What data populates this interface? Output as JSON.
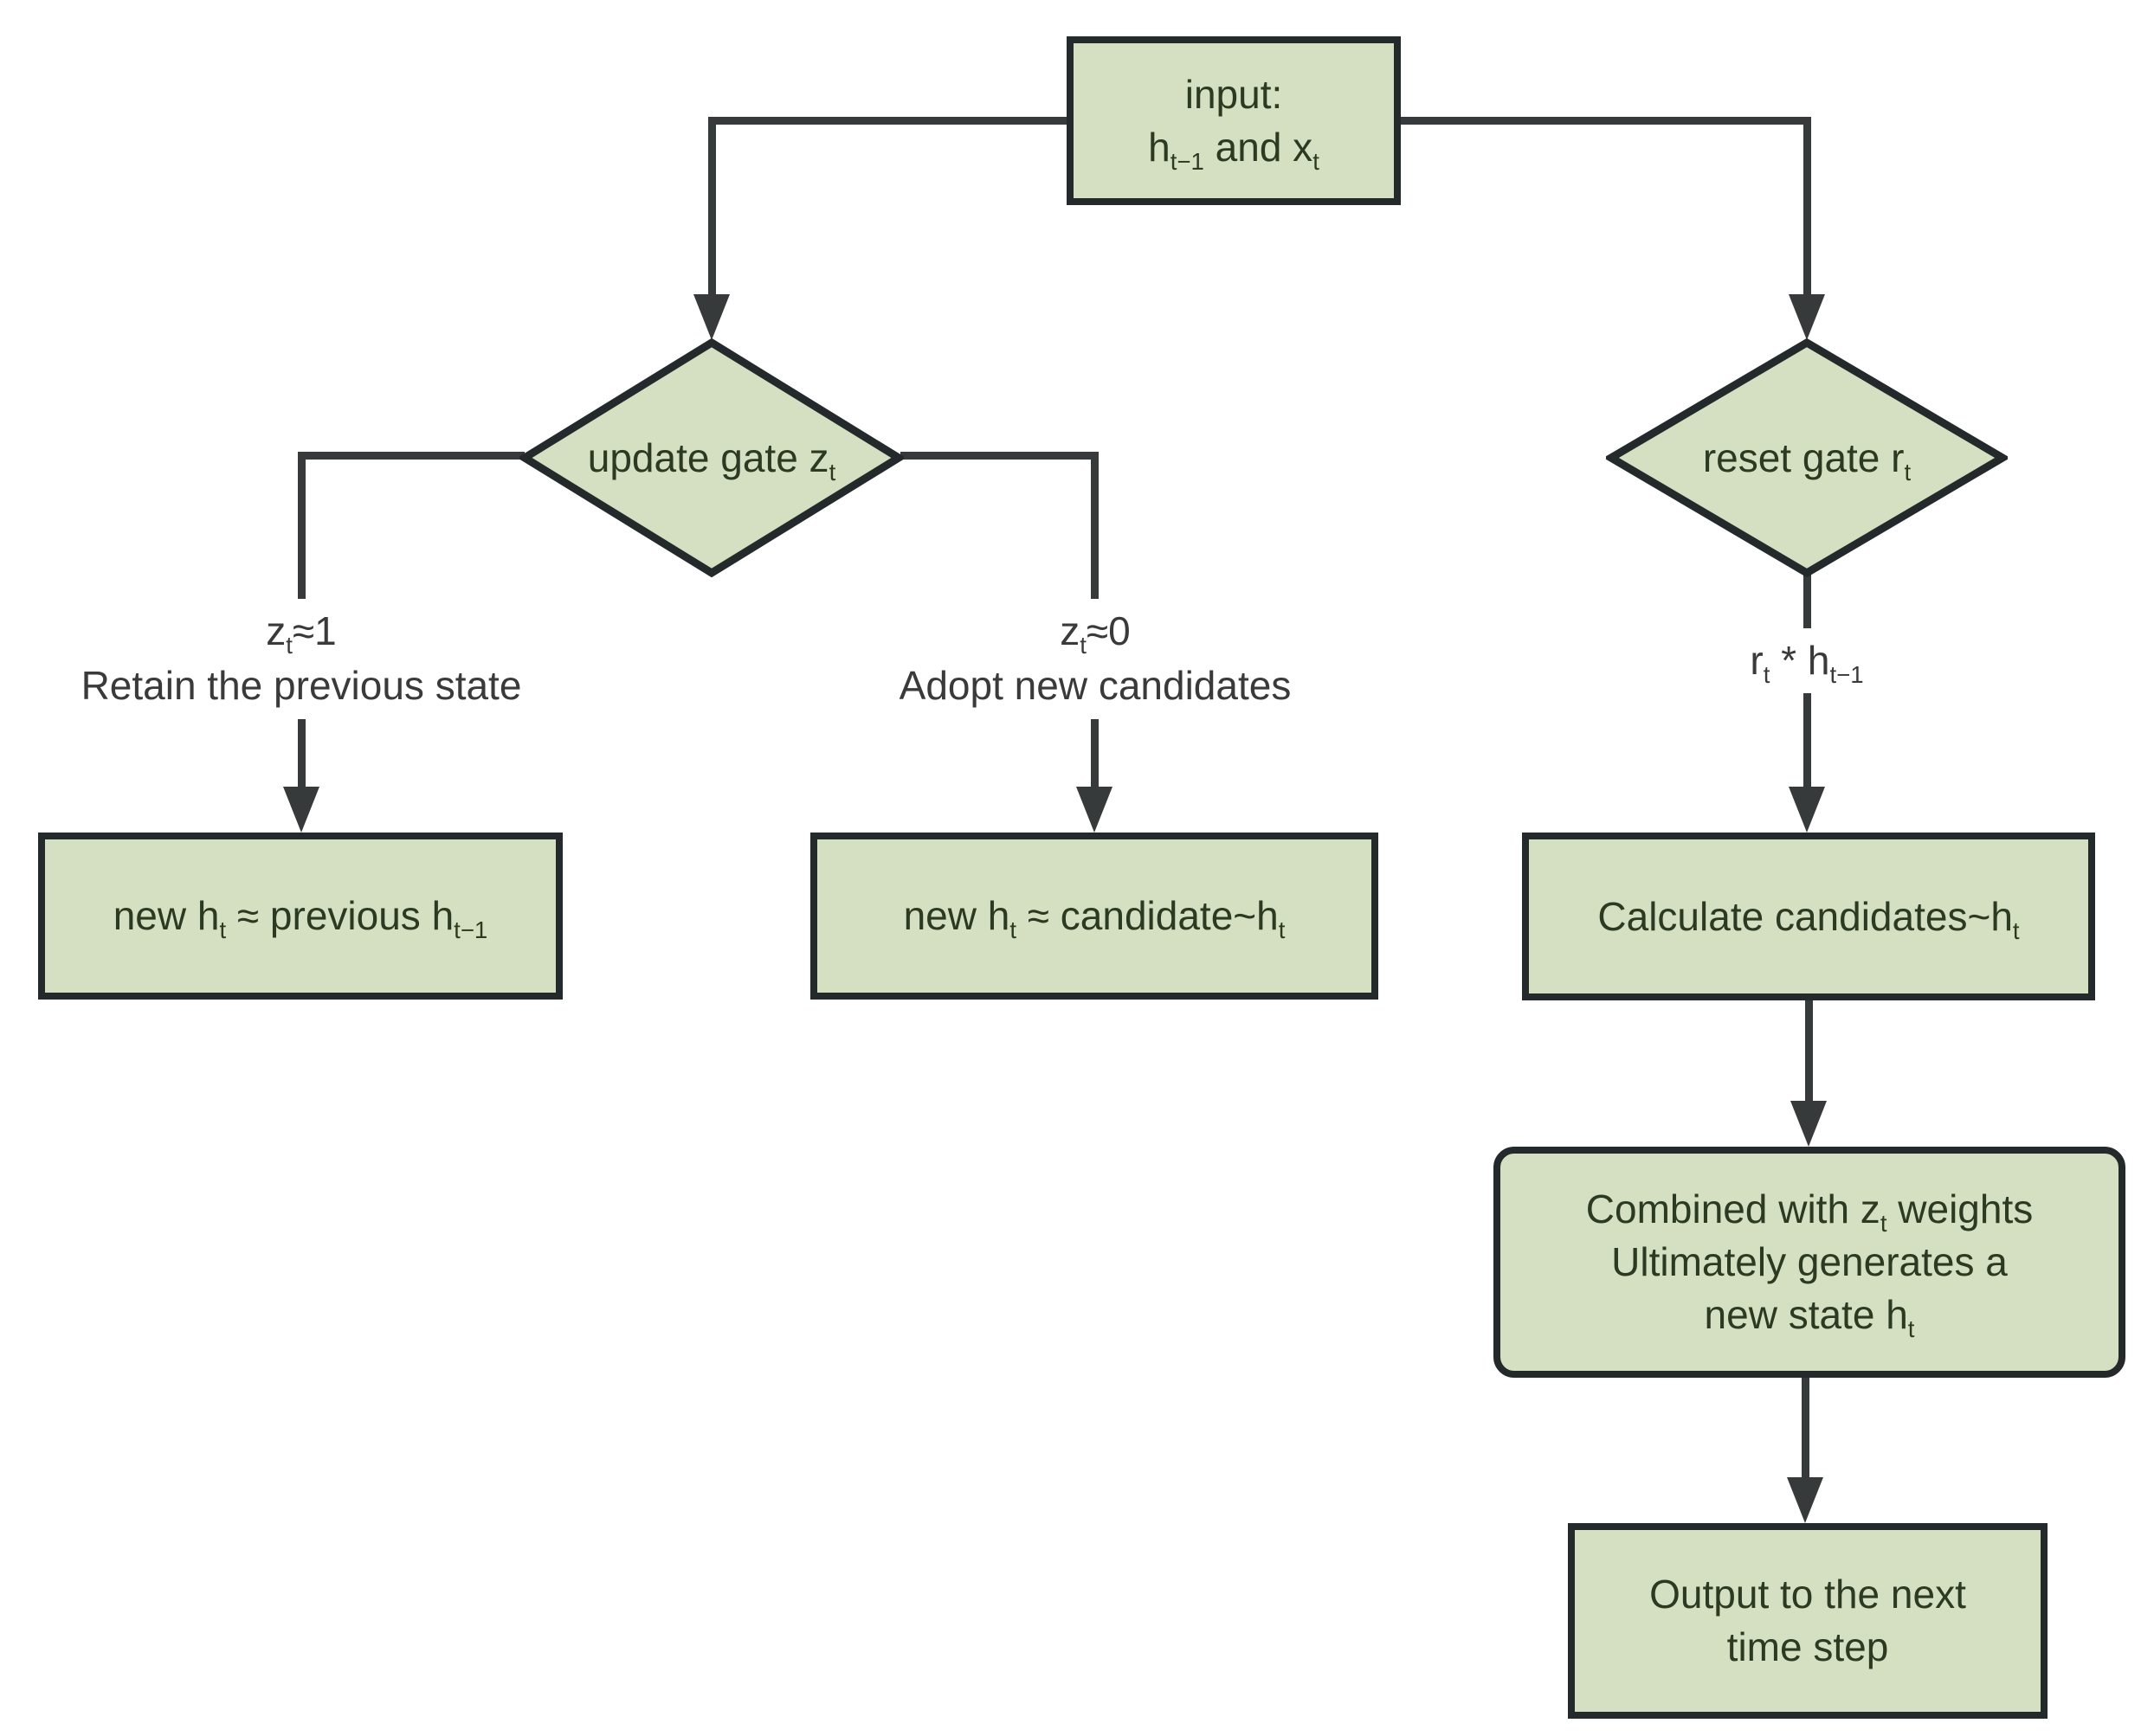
{
  "colors": {
    "node_fill": "#d5dfc2",
    "node_border": "#24292b",
    "node_text": "#2c3a22",
    "label_text": "#3a3a3a",
    "line_color": "#373a3a"
  },
  "nodes": {
    "input": {
      "line1": "input:",
      "line2": "h_{t−1} and x_{t}"
    },
    "update_gate": {
      "label": "update gate z_{t}"
    },
    "reset_gate": {
      "label": "reset gate r_{t}"
    },
    "retain_box": {
      "label": "new h_{t} ≈ previous h_{t−1}"
    },
    "adopt_box": {
      "label": "new h_{t} ≈ candidate~h_{t}"
    },
    "calculate_box": {
      "label": "Calculate candidates~h_{t}"
    },
    "combine_box": {
      "line1": "Combined with z_{t} weights",
      "line2": "Ultimately generates a",
      "line3": "new state h_{t}"
    },
    "output_box": {
      "line1": "Output to the next",
      "line2": "time step"
    }
  },
  "edge_labels": {
    "retain_condition": {
      "line1": "z_{t}≈1",
      "line2": "Retain the previous state"
    },
    "adopt_condition": {
      "line1": "z_{t}≈0",
      "line2": "Adopt new candidates"
    },
    "reset_product": {
      "label": "r_{t} * h_{t−1}"
    }
  }
}
